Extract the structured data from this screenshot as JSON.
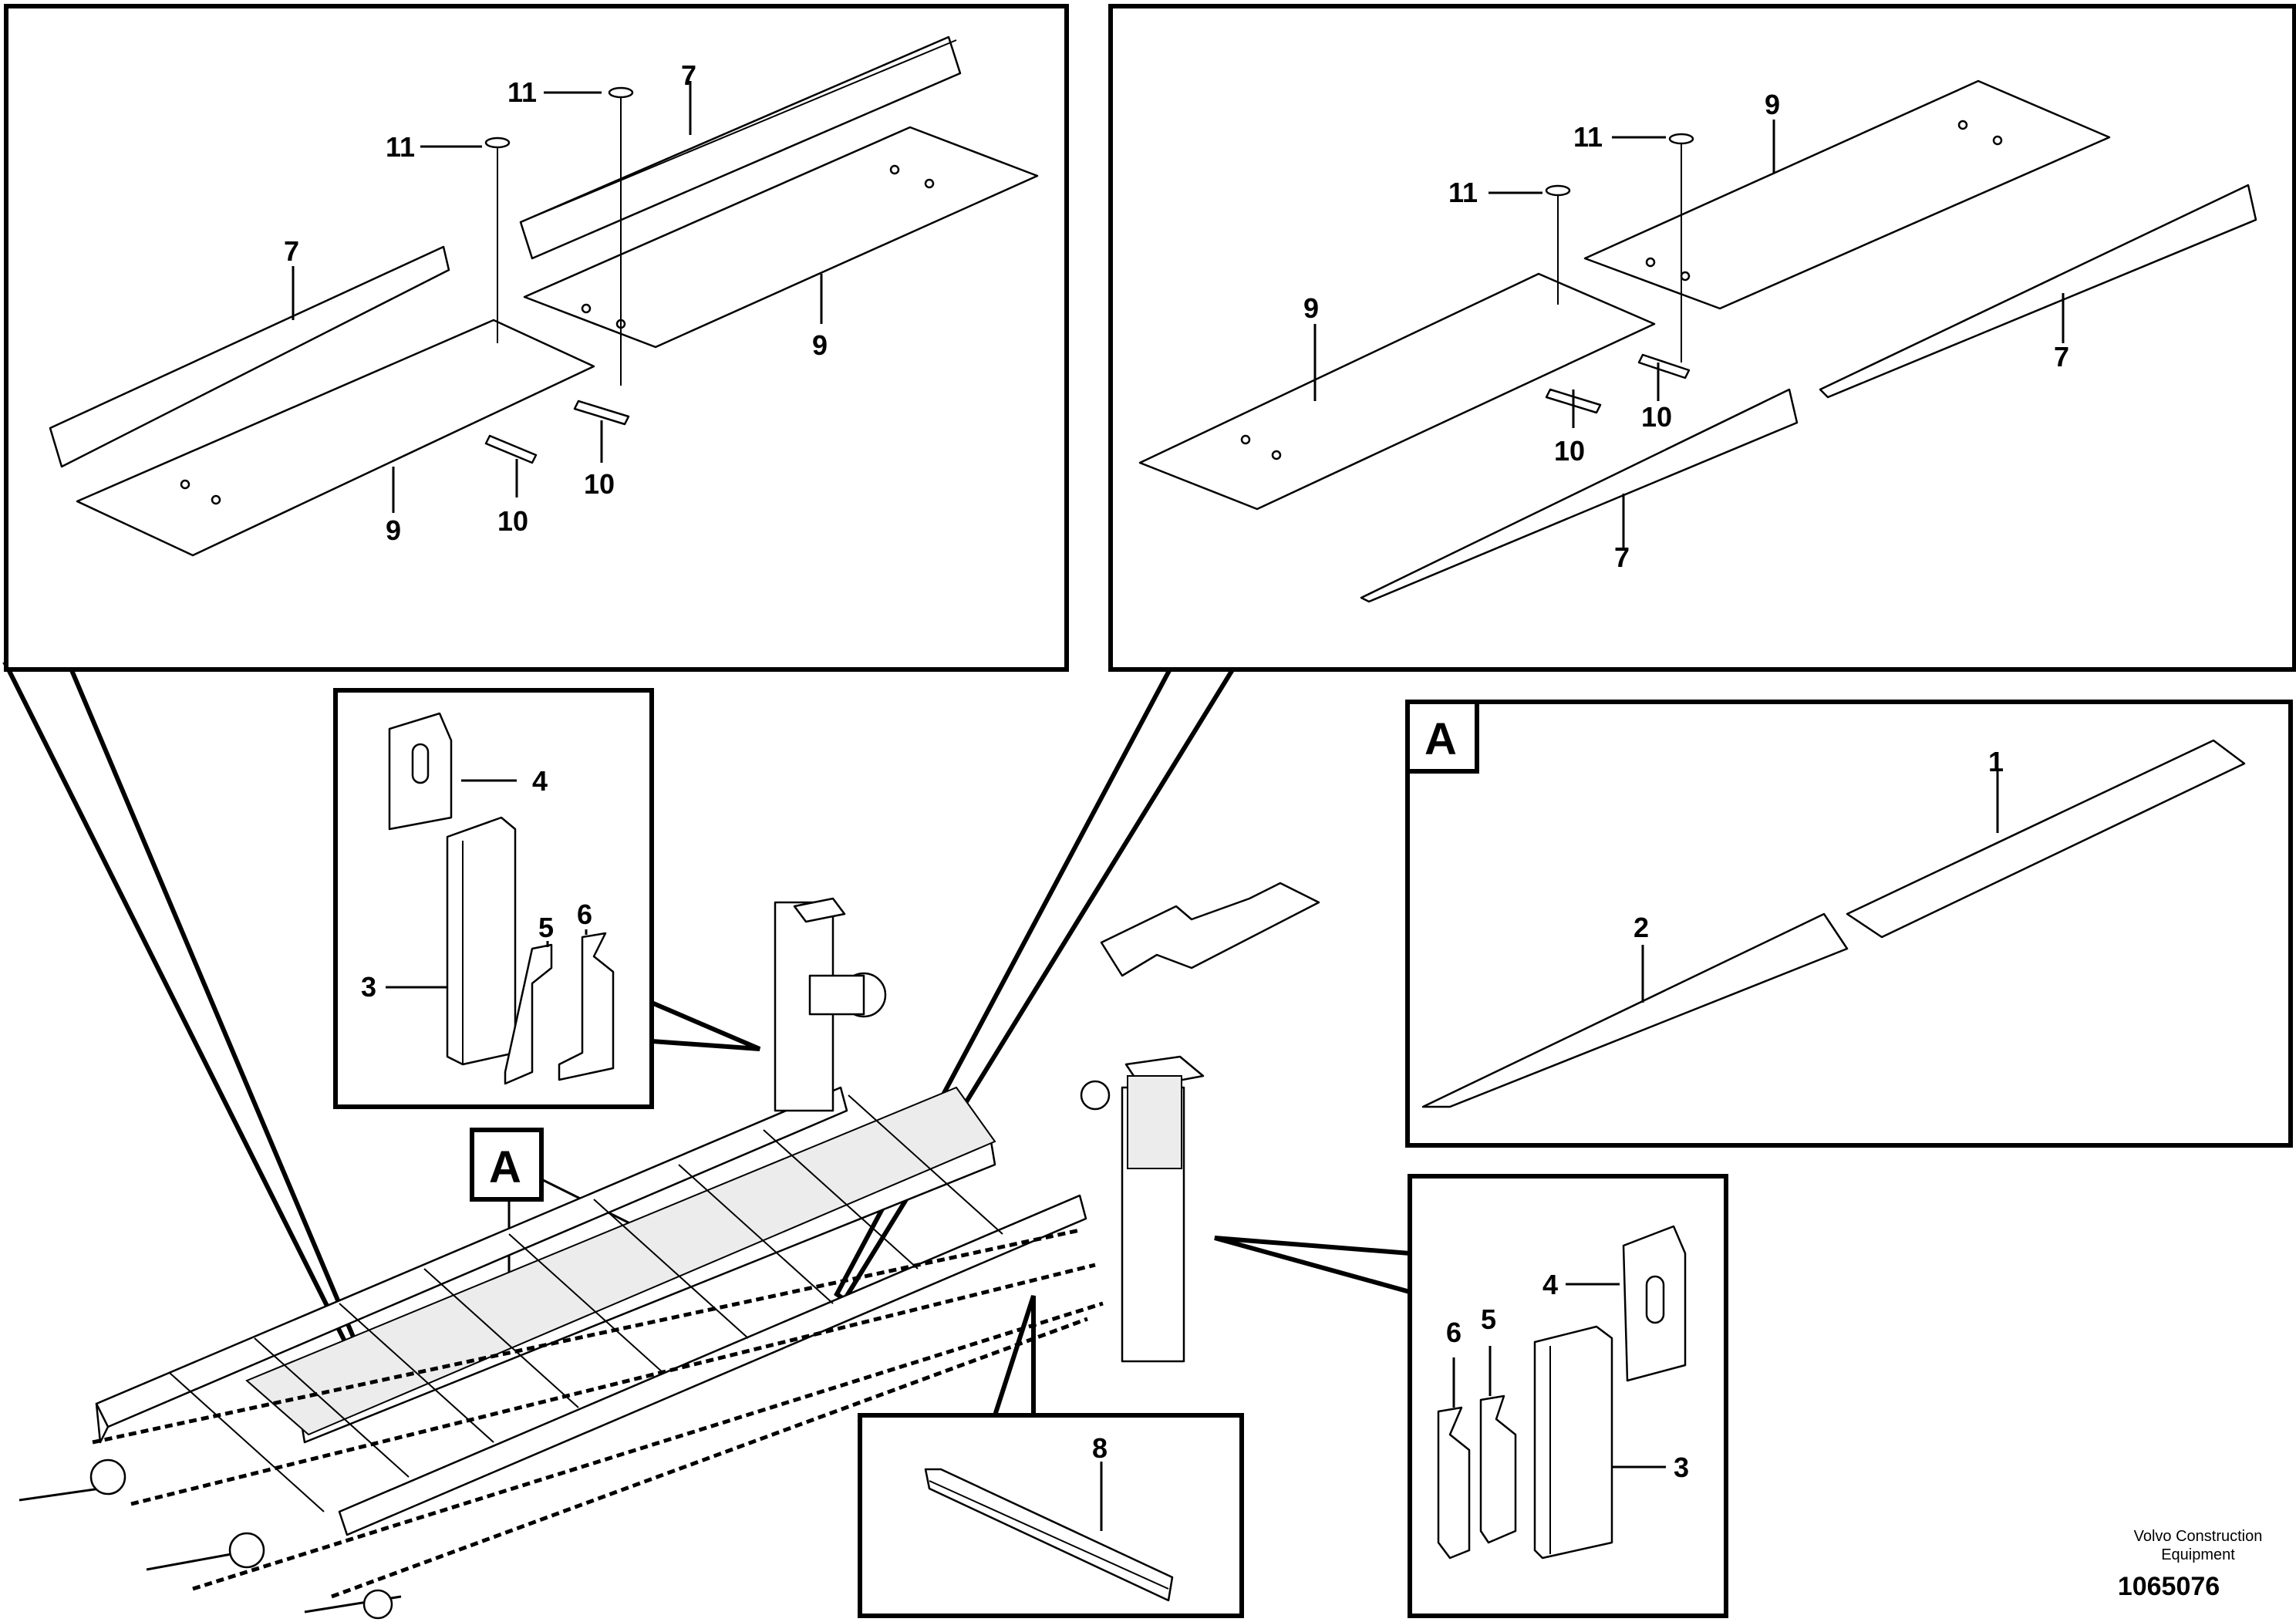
{
  "labels": {
    "p1": "1",
    "p2": "2",
    "p3": "3",
    "p4": "4",
    "p5": "5",
    "p6": "6",
    "p7": "7",
    "p8": "8",
    "p9": "9",
    "p10": "10",
    "p11": "11",
    "detail_a": "A"
  },
  "footer": {
    "company_line1": "Volvo Construction",
    "company_line2": "Equipment",
    "figure_number": "1065076"
  }
}
